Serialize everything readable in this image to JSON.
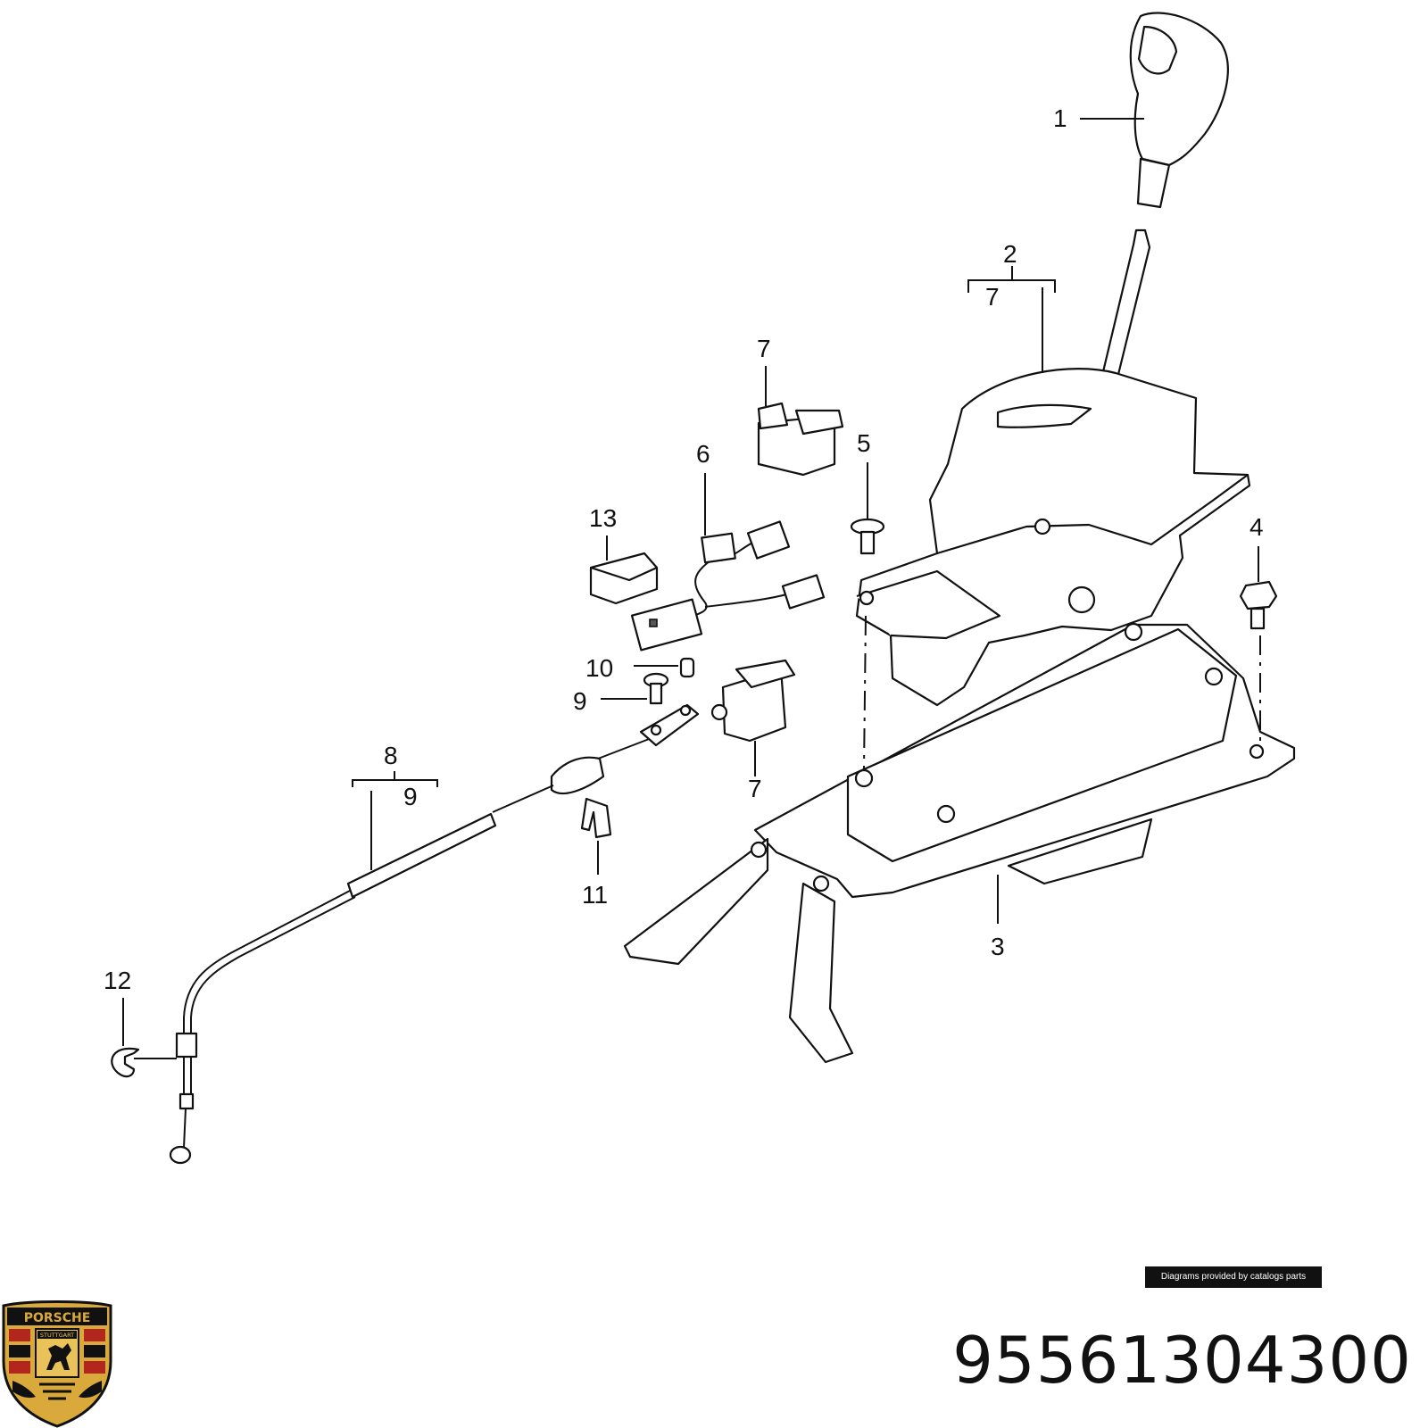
{
  "callouts": {
    "c1": "1",
    "c2": "2",
    "c2_sub": "7",
    "c3": "3",
    "c4": "4",
    "c5": "5",
    "c6": "6",
    "c7_top": "7",
    "c7_bottom": "7",
    "c8": "8",
    "c8_sub": "9",
    "c9": "9",
    "c10": "10",
    "c11": "11",
    "c12": "12",
    "c13": "13"
  },
  "credit": "Diagrams provided by catalogs parts",
  "part_number": "95561304300",
  "logo": {
    "brand": "PORSCHE",
    "city": "STUTTGART",
    "colors": {
      "gold": "#d9a93b",
      "red": "#b3261e",
      "black": "#111111"
    }
  }
}
